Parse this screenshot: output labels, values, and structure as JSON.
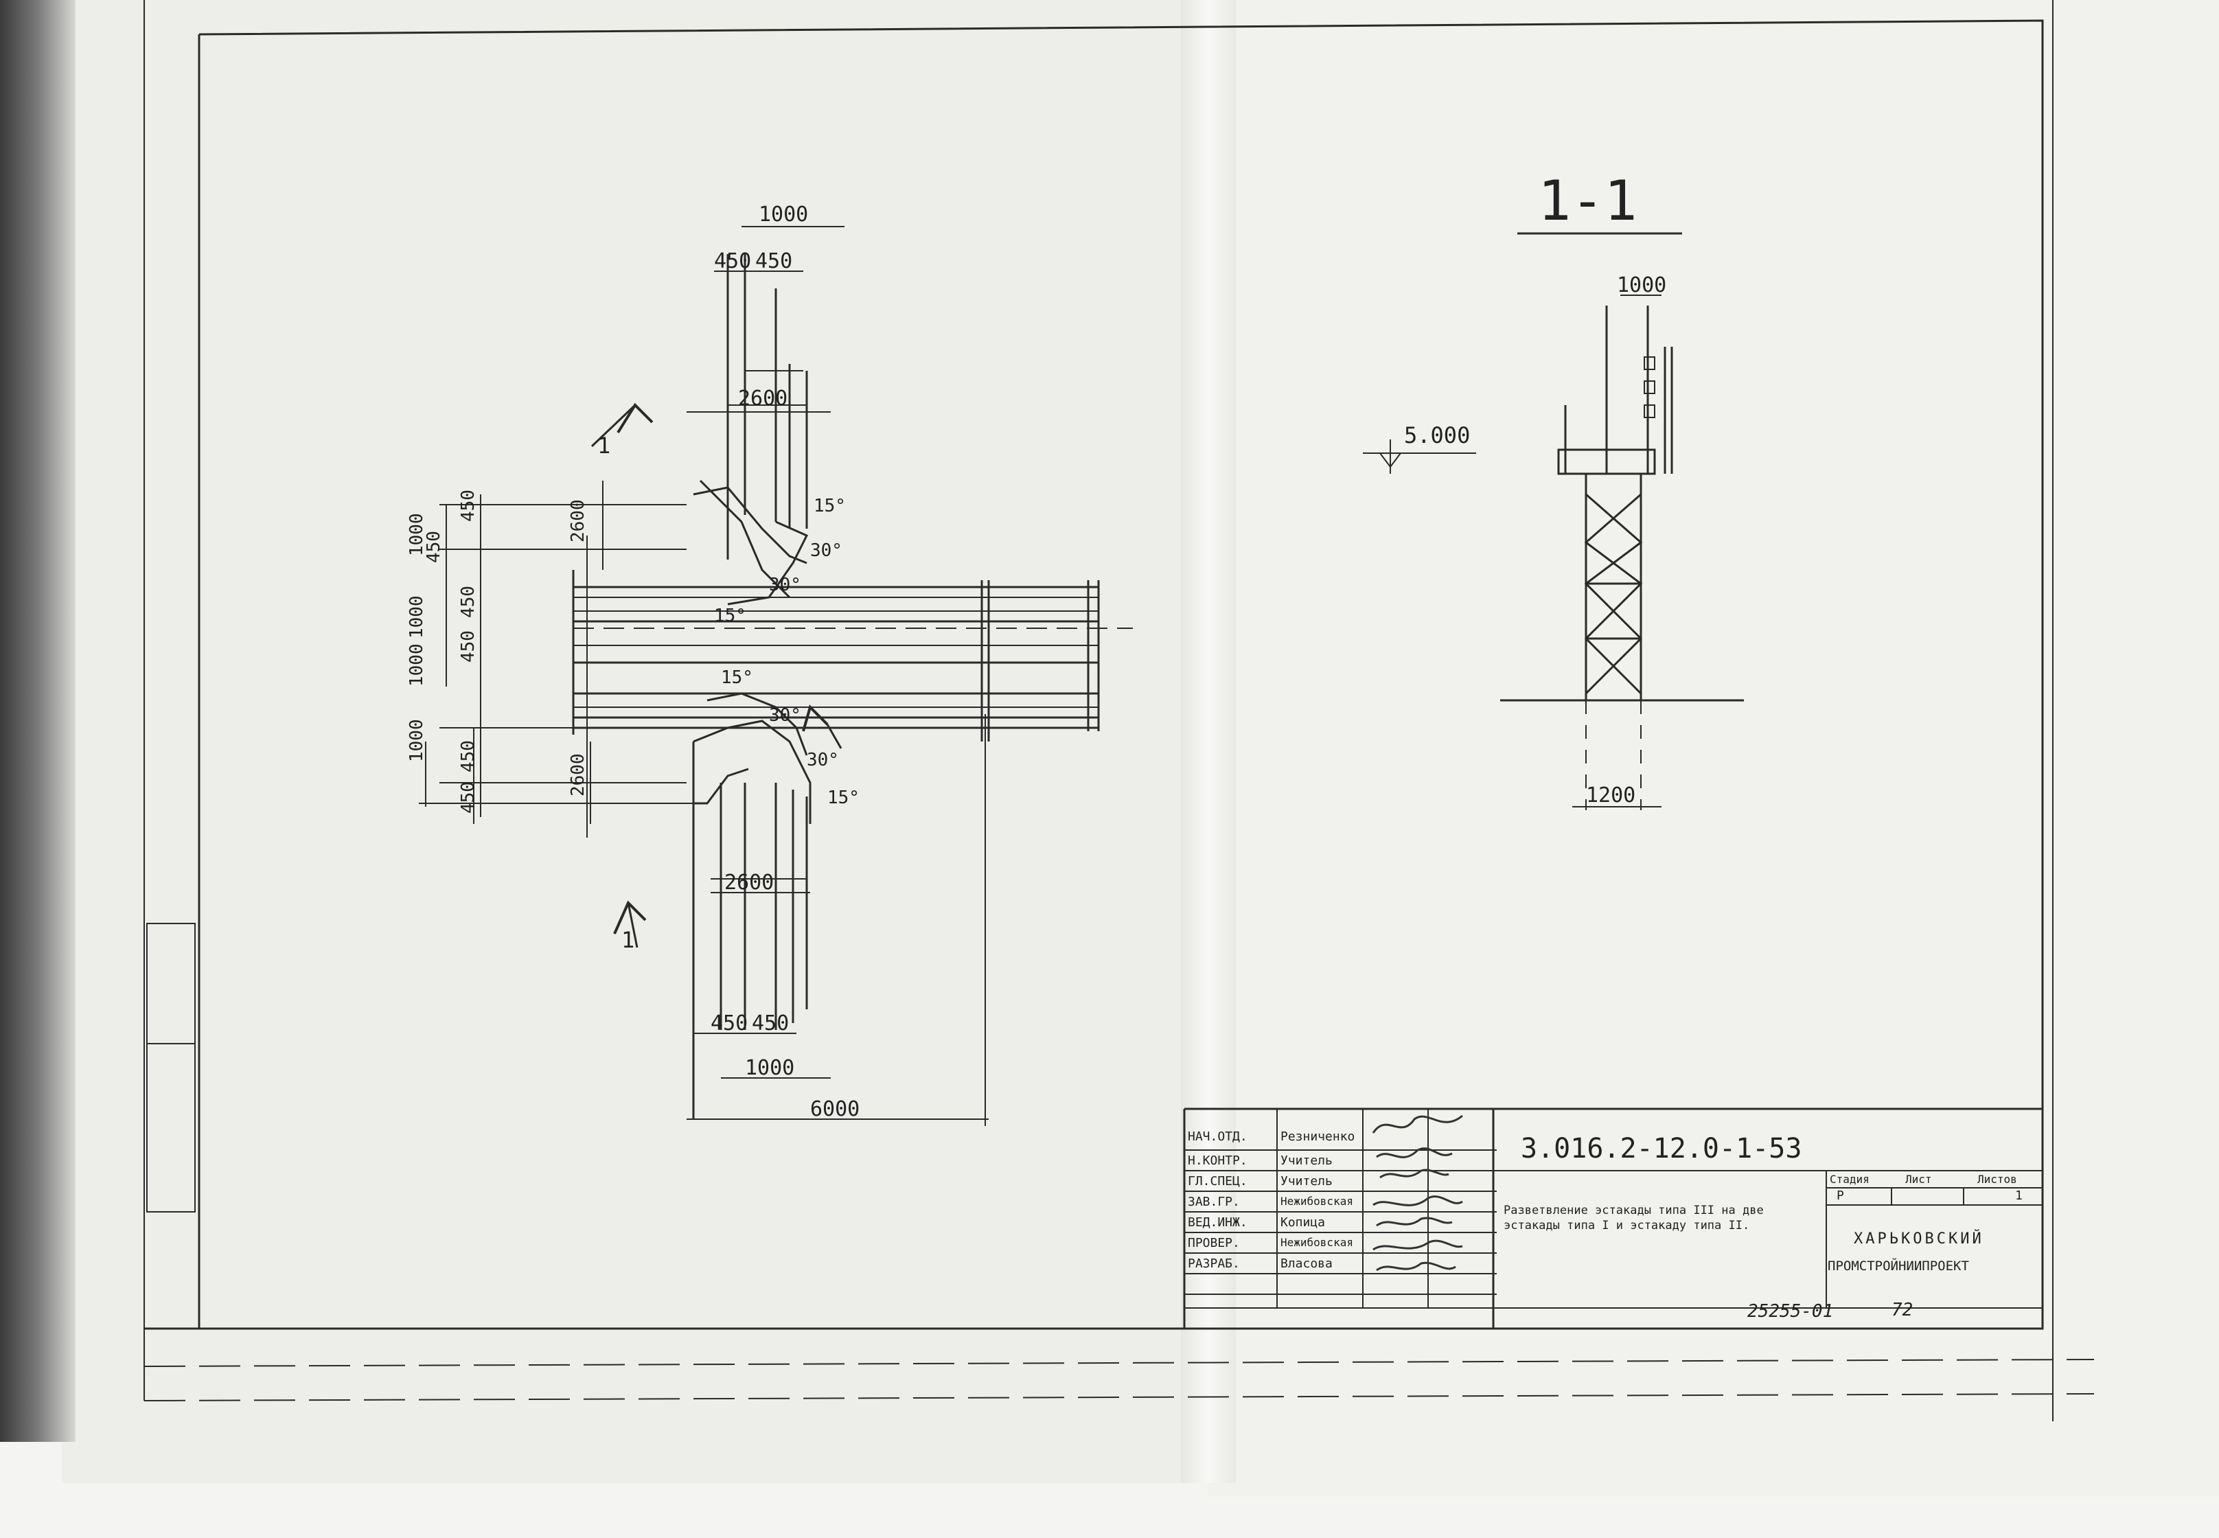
{
  "drawing": {
    "section_label": "1-1",
    "elevation": "5.000",
    "section_dims": {
      "top_width": "1000",
      "base_width": "1200"
    },
    "plan_dims": {
      "top_width": "1000",
      "top_half_a": "450",
      "top_half_b": "450",
      "top_inner_1": "2600",
      "bottom_inner_1": "2600",
      "bottom_half_a": "450",
      "bottom_half_b": "450",
      "bottom_width": "1000",
      "overall_length": "6000",
      "left_1000_a": "1000",
      "left_450_a": "450",
      "left_450_b": "450",
      "left_2600_a": "2600",
      "left_1000_b": "1000",
      "left_450_c": "450",
      "left_450_d": "450",
      "left_1000_c": "1000",
      "left_450_e": "450",
      "left_450_f": "450",
      "left_2600_b": "2600",
      "left_1000_d": "1000",
      "angle_15_a": "15°",
      "angle_30_a": "30°",
      "angle_30_b": "30°",
      "angle_15_b": "15°",
      "angle_15_c": "15°",
      "angle_30_c": "30°",
      "angle_30_d": "30°",
      "angle_15_d": "15°",
      "cut_mark_top": "1",
      "cut_mark_bottom": "1"
    }
  },
  "title_block": {
    "doc_code": "3.016.2-12.0-1-53",
    "description": "Разветвление эстакады типа III на две эстакады типа I и эстакаду типа II.",
    "org_line1": "ХАРЬКОВСКИЙ",
    "org_line2": "ПРОМСТРОЙНИИПРОЕКТ",
    "headers": {
      "stage": "Стадия",
      "sheet": "Лист",
      "sheets": "Листов"
    },
    "stage_value": "Р",
    "sheets_value": "1",
    "roles": [
      {
        "role": "НАЧ.ОТД.",
        "name": "Резниченко"
      },
      {
        "role": "Н.КОНТР.",
        "name": "Учитель"
      },
      {
        "role": "ГЛ.СПЕЦ.",
        "name": "Учитель"
      },
      {
        "role": "ЗАВ.ГР.",
        "name": "Нежибовская"
      },
      {
        "role": "ВЕД.ИНЖ.",
        "name": "Копица"
      },
      {
        "role": "ПРОВЕР.",
        "name": "Нежибовская"
      },
      {
        "role": "РАЗРАБ.",
        "name": "Власова"
      }
    ],
    "archive_number": "25255-01",
    "archive_page": "72"
  }
}
